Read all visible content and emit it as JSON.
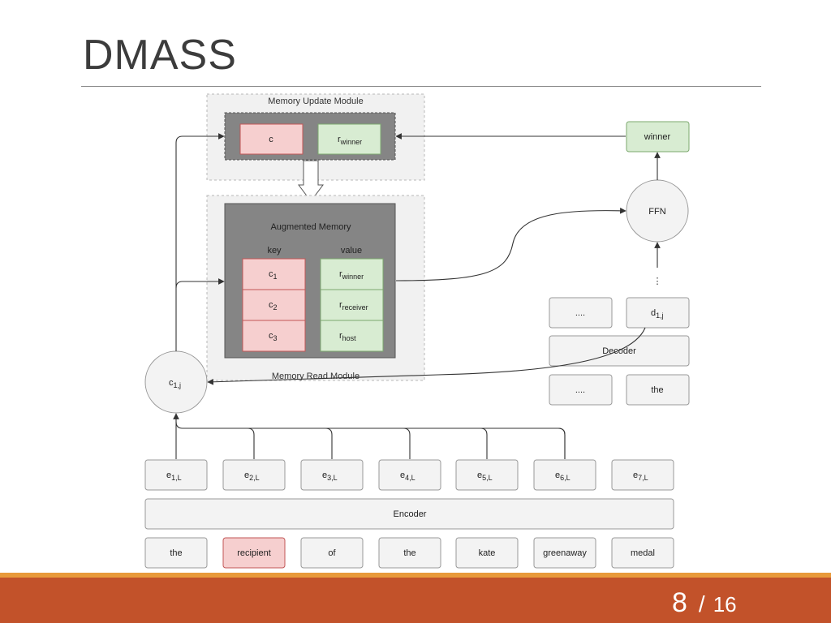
{
  "slide": {
    "title": "DMASS",
    "page_current": "8",
    "page_separator": "/",
    "page_total": "16"
  },
  "diagram": {
    "memory_update_module": {
      "label": "Memory Update Module",
      "c": "c",
      "r_winner": {
        "base": "r",
        "sub": "winner"
      }
    },
    "memory_read_module": {
      "label": "Memory Read Module",
      "augmented_memory": "Augmented Memory",
      "key_header": "key",
      "value_header": "value",
      "keys": [
        {
          "base": "c",
          "sub": "1"
        },
        {
          "base": "c",
          "sub": "2"
        },
        {
          "base": "c",
          "sub": "3"
        }
      ],
      "values": [
        {
          "base": "r",
          "sub": "winner"
        },
        {
          "base": "r",
          "sub": "receiver"
        },
        {
          "base": "r",
          "sub": "host"
        }
      ]
    },
    "query_node": {
      "base": "c",
      "sub": "1,j"
    },
    "decoder": {
      "label": "Decoder",
      "ffn": "FFN",
      "output": "winner",
      "vdots": "⋮",
      "top_left": "....",
      "top_right": {
        "base": "d",
        "sub": "1,j"
      },
      "bottom_left": "....",
      "bottom_right": "the"
    },
    "encoder": {
      "label": "Encoder",
      "outputs": [
        {
          "base": "e",
          "sub": "1,L"
        },
        {
          "base": "e",
          "sub": "2,L"
        },
        {
          "base": "e",
          "sub": "3,L"
        },
        {
          "base": "e",
          "sub": "4,L"
        },
        {
          "base": "e",
          "sub": "5,L"
        },
        {
          "base": "e",
          "sub": "6,L"
        },
        {
          "base": "e",
          "sub": "7,L"
        }
      ],
      "inputs": [
        "the",
        "recipient",
        "of",
        "the",
        "kate",
        "greenaway",
        "medal"
      ],
      "highlighted_input": "recipient"
    },
    "colors": {
      "red_fill": "#f6cfcf",
      "red_stroke": "#c25656",
      "green_fill": "#d8ecd2",
      "green_stroke": "#7ca86e",
      "dark_panel": "#858585",
      "footer": "#c2522a",
      "footer_line": "#e89a3a"
    }
  }
}
